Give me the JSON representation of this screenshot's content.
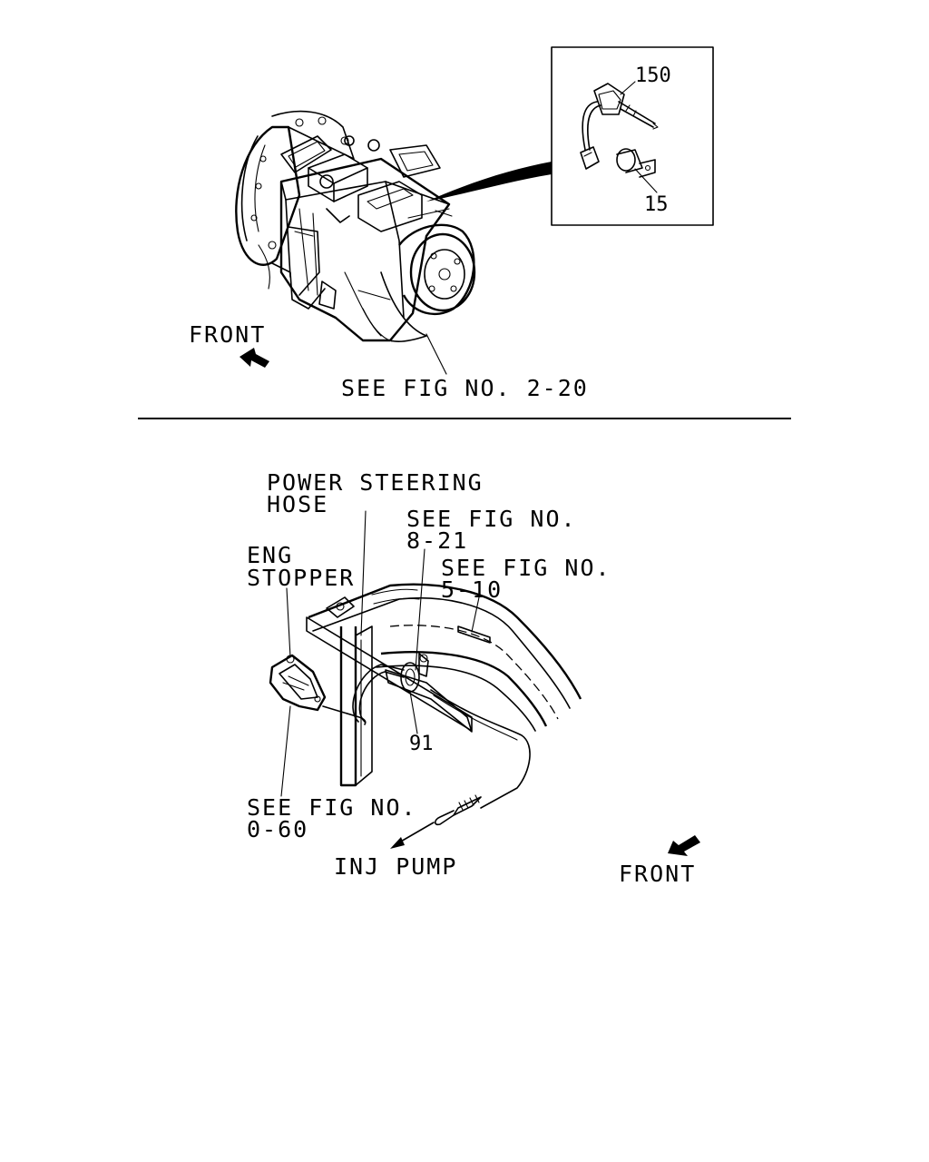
{
  "top_figure": {
    "front_label": "FRONT",
    "see_fig_label": "SEE FIG NO. 2-20",
    "callout_150": "150",
    "callout_15": "15"
  },
  "bottom_figure": {
    "power_steering_hose": [
      "POWER STEERING",
      "HOSE"
    ],
    "see_fig_8_21": [
      "SEE FIG NO.",
      "8-21"
    ],
    "see_fig_5_10": [
      "SEE FIG NO.",
      "5-10"
    ],
    "eng_stopper": [
      "ENG",
      "STOPPER"
    ],
    "callout_91": "91",
    "see_fig_0_60": [
      "SEE FIG NO.",
      "0-60"
    ],
    "inj_pump_label": "INJ PUMP",
    "front_label": "FRONT"
  }
}
